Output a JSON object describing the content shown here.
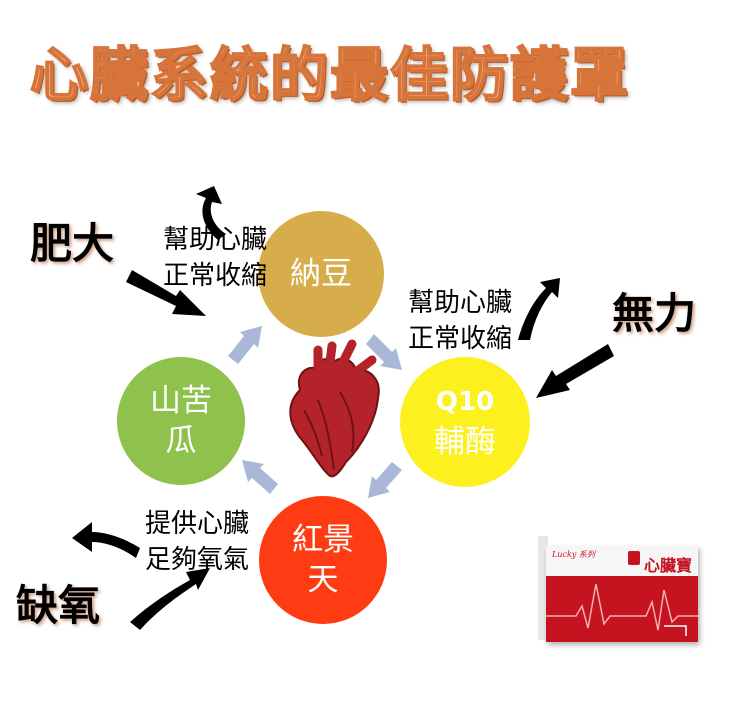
{
  "title": "心臟系統的最佳防護罩",
  "center": {
    "icon": "heart-icon"
  },
  "nodes": {
    "natto": {
      "line1": "納豆",
      "color": "#d6ad4a"
    },
    "bitter": {
      "line1": "山苦",
      "line2": "瓜",
      "color": "#8fc24c"
    },
    "q10": {
      "line1": "Q10",
      "line2": "輔酶",
      "color": "#fcf11e"
    },
    "hibiscus": {
      "line1": "紅景",
      "line2": "天",
      "color": "#ff3b13"
    }
  },
  "annotations": {
    "top_left": {
      "line1": "幫助心臟",
      "line2": "正常收縮"
    },
    "right": {
      "line1": "幫助心臟",
      "line2": "正常收縮"
    },
    "bottom_left": {
      "line1": "提供心臟",
      "line2": "足夠氧氣"
    }
  },
  "problems": {
    "hypertrophy": "肥大",
    "weakness": "無力",
    "hypoxia": "缺氧"
  },
  "product": {
    "brand": "Lucky 系列",
    "name": "心臟寶"
  },
  "colors": {
    "title_fill": "#f6c19e",
    "title_stroke": "#d7743a",
    "cycle_arrow": "#aab8d8",
    "heart": "#b5232a"
  }
}
